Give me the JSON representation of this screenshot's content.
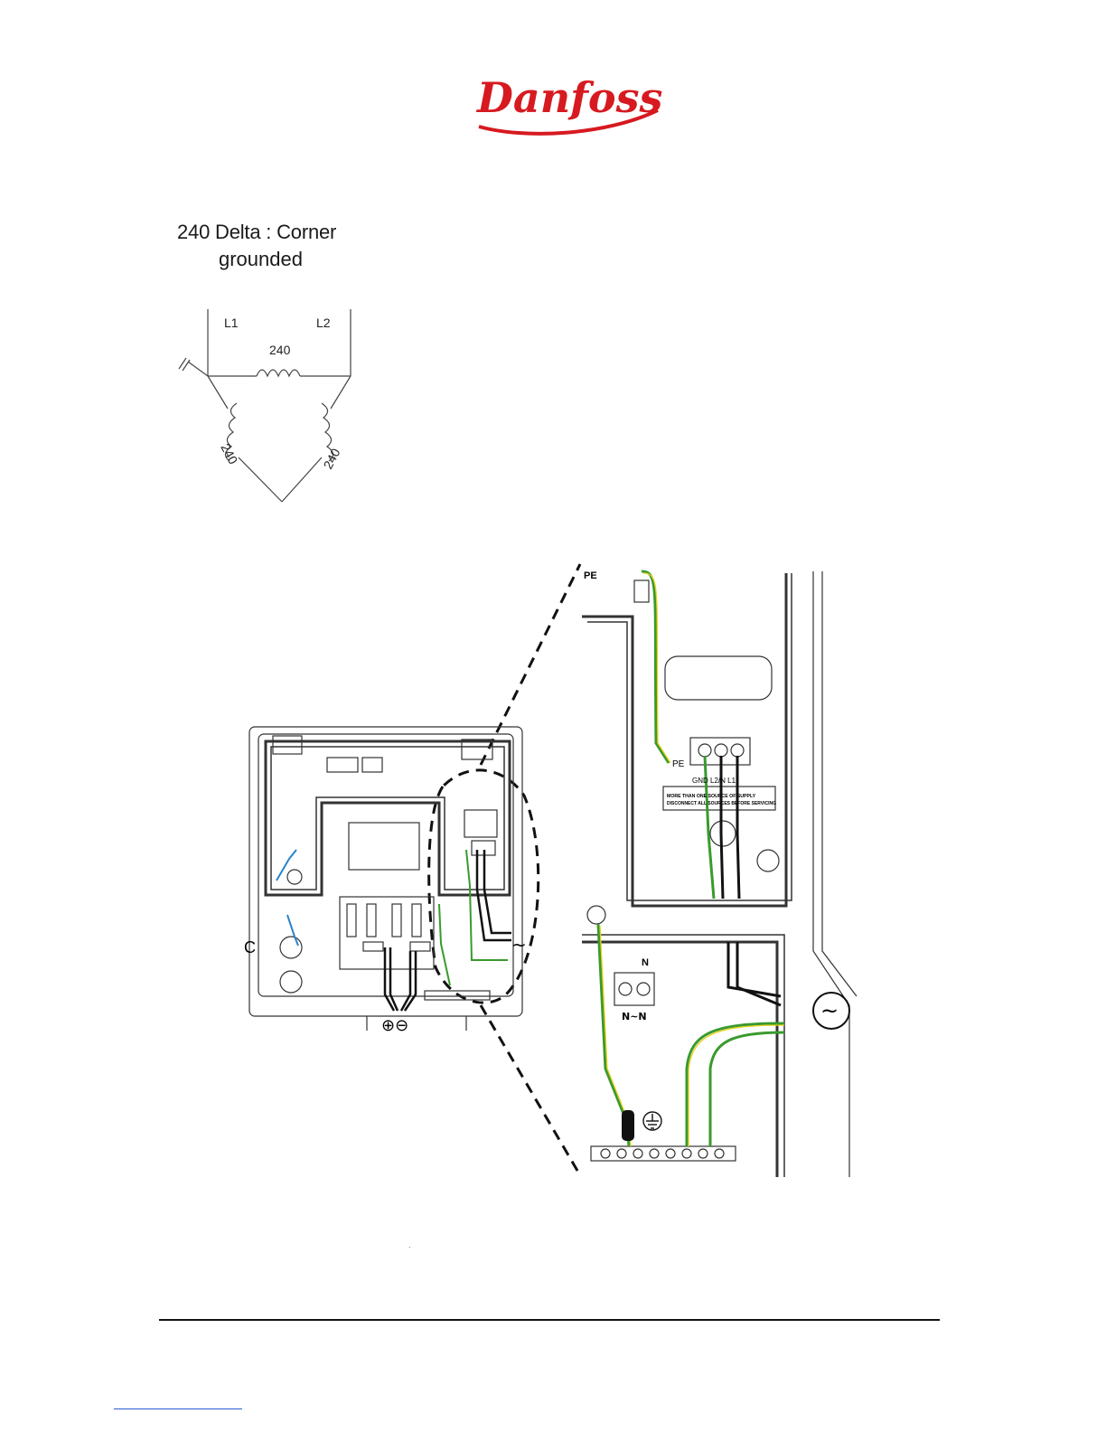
{
  "logo": {
    "text": "Danfoss",
    "color": "#d71920"
  },
  "heading": {
    "line1": "240 Delta : Corner",
    "line2": "grounded"
  },
  "delta_diagram": {
    "labels": {
      "l1": "L1",
      "l2": "L2",
      "top_voltage": "240",
      "left_voltage": "240",
      "right_voltage": "240"
    }
  },
  "overview_diagram": {
    "ac_symbol": "~",
    "dc_symbols": "⊕⊖",
    "conduit_symbol": "C"
  },
  "detail_diagram": {
    "pe_top": "PE",
    "pe_terminal": "PE",
    "terminal_labels": "GND  L2/N  L1",
    "warning_line1": "MORE THAN ONE SOURCE OF SUPPLY",
    "warning_line2": "DISCONNECT ALL SOURCES BEFORE SERVICING",
    "n_label": "N",
    "nn_label": "N~N",
    "ac_symbol": "~"
  },
  "footer": {
    "dot": "."
  },
  "colors": {
    "wire_green": "#3a9a2e",
    "wire_yellow": "#e8d21a",
    "wire_blue": "#2a84c9",
    "ink": "#1a1a1a",
    "link": "#2a5bd7"
  }
}
